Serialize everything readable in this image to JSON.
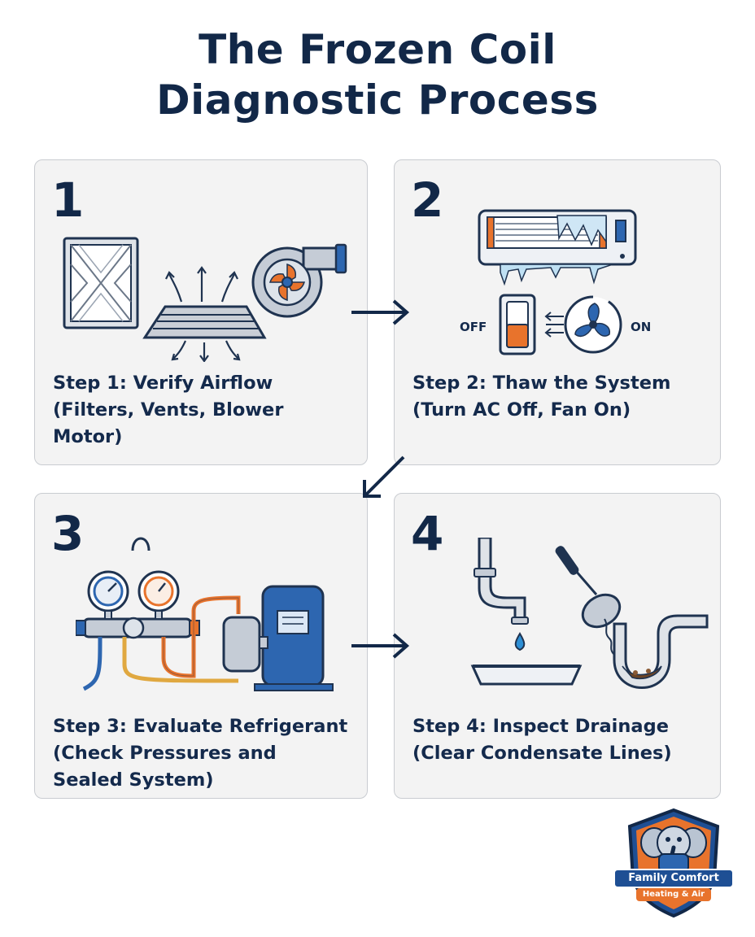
{
  "title": {
    "line1": "The Frozen Coil",
    "line2": "Diagnostic Process"
  },
  "steps": [
    {
      "number": "1",
      "lines": [
        "Step 1: Verify Airflow",
        "(Filters, Vents, Blower",
        "Motor)"
      ],
      "icons": [
        "air-filter-icon",
        "vent-airflow-icon",
        "blower-motor-icon"
      ]
    },
    {
      "number": "2",
      "lines": [
        "Step 2: Thaw the System",
        "(Turn AC Off, Fan On)"
      ],
      "off_label": "OFF",
      "on_label": "ON",
      "icons": [
        "frozen-ac-unit-icon",
        "power-switch-icon",
        "fan-icon"
      ]
    },
    {
      "number": "3",
      "lines": [
        "Step 3: Evaluate Refrigerant",
        "(Check Pressures and",
        "Sealed System)"
      ],
      "icons": [
        "manifold-gauge-icon",
        "compressor-icon"
      ]
    },
    {
      "number": "4",
      "lines": [
        "Step 4: Inspect Drainage",
        "(Clear Condensate Lines)"
      ],
      "icons": [
        "drain-pipe-icon",
        "drain-pan-icon",
        "plunger-icon",
        "clogged-pipe-icon"
      ]
    }
  ],
  "logo": {
    "line1": "Family Comfort",
    "line2": "Heating & Air",
    "icon": "elephant-mascot-icon"
  },
  "colors": {
    "navy": "#122848",
    "orange": "#e8732c",
    "blue": "#2d66b0",
    "card_bg": "#f3f3f3"
  }
}
